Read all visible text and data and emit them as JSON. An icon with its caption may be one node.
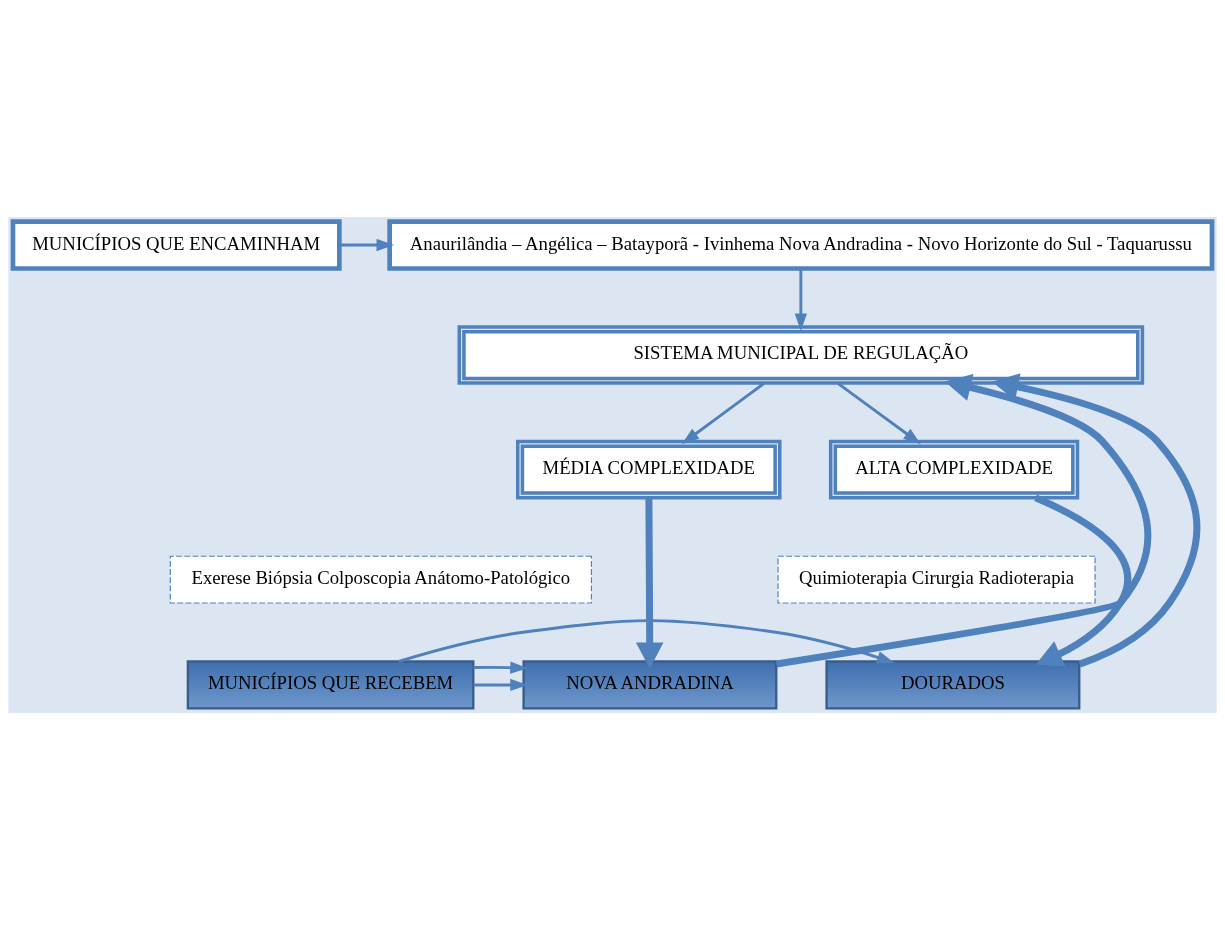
{
  "diagram": {
    "nodes": [
      {
        "text": [
          "MUNICÍPIOS QUE ENCAMINHAM"
        ]
      },
      {
        "text": [
          "Anaurilândia – Angélica – Batayporã - Ivinhema Nova Andradina - Novo Horizonte do Sul - Taquarussu"
        ]
      },
      {
        "text": [
          "SISTEMA MUNICIPAL DE REGULAÇÃO"
        ]
      },
      {
        "text": [
          "MÉDIA COMPLEXIDADE"
        ]
      },
      {
        "text": [
          "ALTA COMPLEXIDADE"
        ]
      },
      {
        "text": [
          "Exerese Biópsia Colposcopia Anátomo-Patológico"
        ]
      },
      {
        "text": [
          "Quimioterapia Cirurgia Radioterapia"
        ]
      },
      {
        "text": [
          "MUNICÍPIOS QUE RECEBEM"
        ]
      },
      {
        "text": [
          "NOVA ANDRADINA"
        ]
      },
      {
        "text": [
          "DOURADOS"
        ]
      }
    ],
    "edges": [
      {
        "from": 0,
        "to": 1,
        "arrow": "to"
      },
      {
        "from": 1,
        "to": 2,
        "arrow": "to"
      },
      {
        "from": 2,
        "to": 3,
        "arrow": "to"
      },
      {
        "from": 2,
        "to": 4,
        "arrow": "to"
      },
      {
        "from": 3,
        "to": 8,
        "arrow": "to",
        "style": "thick"
      },
      {
        "from": 8,
        "to": 2,
        "arrow": "to",
        "style": "thick"
      },
      {
        "from": 4,
        "to": 9,
        "arrow": "to",
        "style": "thick"
      },
      {
        "from": 9,
        "to": 2,
        "arrow": "to",
        "style": "thick"
      },
      {
        "from": 7,
        "to": 8,
        "arrow": "to"
      },
      {
        "from": 7,
        "to": 8,
        "arrow": "to"
      },
      {
        "from": 7,
        "to": 9,
        "arrow": "to"
      }
    ]
  }
}
